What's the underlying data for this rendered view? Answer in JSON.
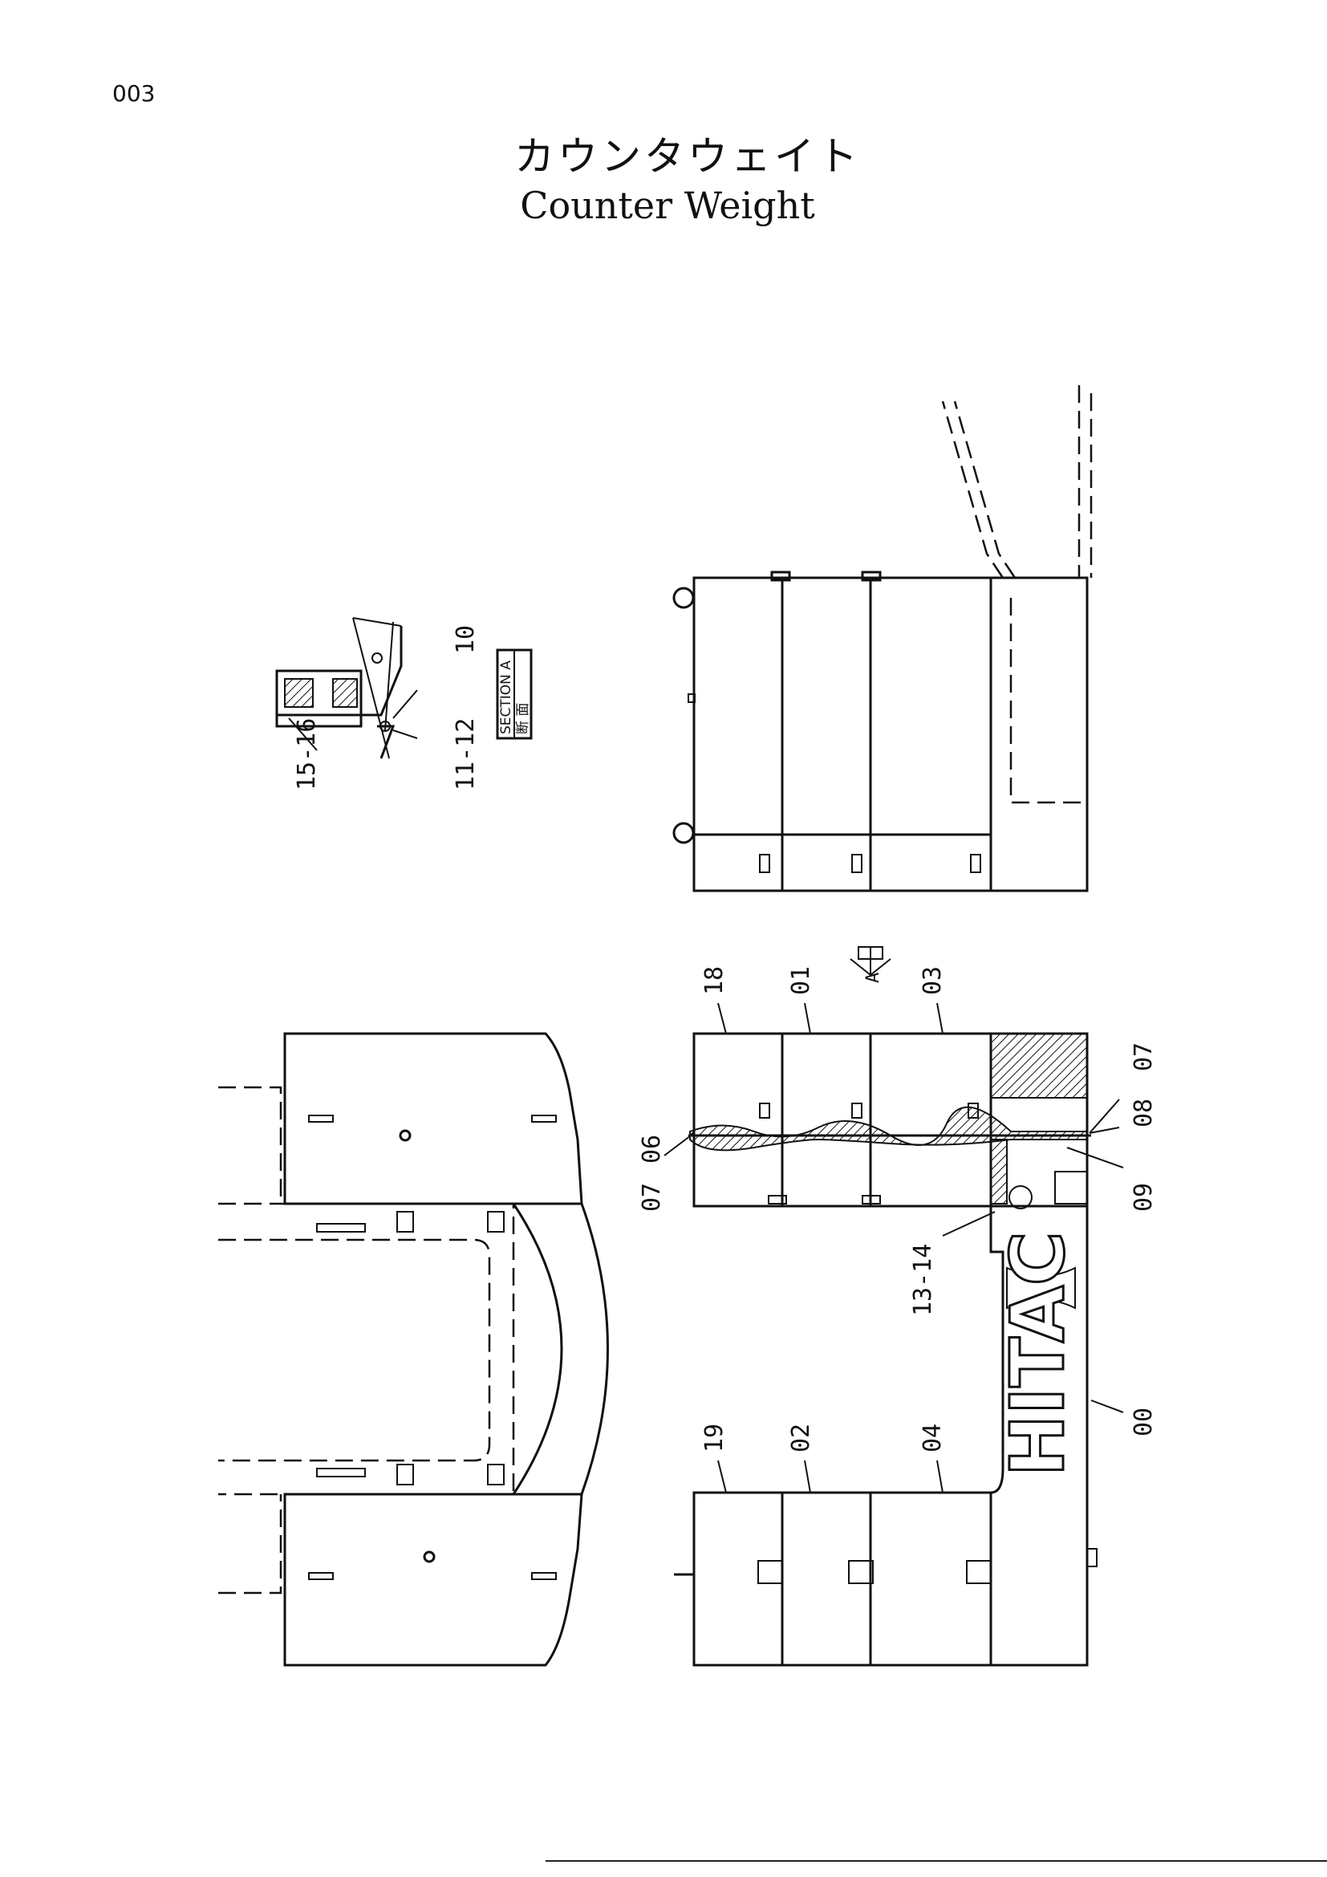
{
  "page_number": "003",
  "title_japanese": "カウンタウェイト",
  "title_english": "Counter Weight",
  "brand_text": "HITAC",
  "section_view": {
    "label": "SECTION A",
    "jp_label": "断 面",
    "marker": "A"
  },
  "callouts": {
    "c00": "00",
    "c01": "01",
    "c02": "02",
    "c03": "03",
    "c04": "04",
    "c06": "06",
    "c07a": "07",
    "c07b": "07",
    "c08": "08",
    "c09": "09",
    "c10": "10",
    "c11_12": "11-12",
    "c13_14": "13-14",
    "c15_16": "15-16",
    "c18": "18",
    "c19": "19"
  }
}
